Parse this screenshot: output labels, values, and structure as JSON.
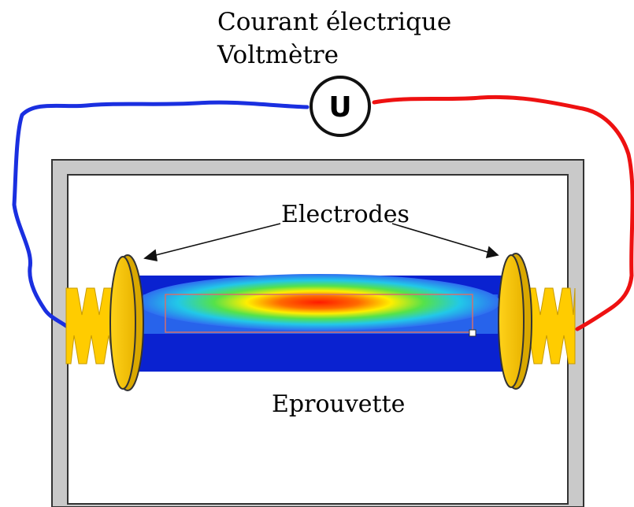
{
  "labels": {
    "current": "Courant électrique",
    "voltmeter": "Voltmètre",
    "voltmeter_symbol": "U",
    "electrodes": "Electrodes",
    "specimen": "Eprouvette"
  },
  "colors": {
    "wire_negative": "#1a2fe0",
    "wire_positive": "#ee1111",
    "electrode": "#f5c400",
    "spring": "#ffcc00",
    "specimen": "#0a22d0",
    "frame": "#c8c8c8"
  }
}
